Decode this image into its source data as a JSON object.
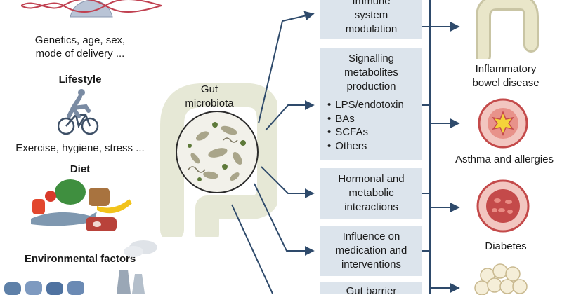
{
  "left_panel": {
    "genetics_line1": "Genetics, age, sex,",
    "genetics_line2": "mode of delivery ...",
    "lifestyle_heading": "Lifestyle",
    "lifestyle_text": "Exercise, hygiene, stress ...",
    "diet_heading": "Diet",
    "environment_heading": "Environmental factors"
  },
  "center": {
    "gut_line1": "Gut",
    "gut_line2": "microbiota"
  },
  "mechanisms": [
    {
      "lines": [
        "Immune",
        "system",
        "modulation"
      ]
    },
    {
      "lines": [
        "Signalling",
        "metabolites",
        "production"
      ],
      "bullets": [
        "LPS/endotoxin",
        "BAs",
        "SCFAs",
        "Others"
      ]
    },
    {
      "lines": [
        "Hormonal and",
        "metabolic",
        "interactions"
      ]
    },
    {
      "lines": [
        "Influence on",
        "medication and",
        "interventions"
      ]
    },
    {
      "lines": [
        "Gut barrier"
      ]
    }
  ],
  "outcomes": [
    {
      "label_line1": "Inflammatory",
      "label_line2": "bowel disease"
    },
    {
      "label_line1": "Asthma and allergies"
    },
    {
      "label_line1": "Diabetes"
    }
  ],
  "colors": {
    "box_fill": "#dce4ec",
    "arrow": "#2e4a6b",
    "intestine": "#e6e8d6",
    "petri_fill": "#f2f1ea",
    "organ_red": "#c44a4a",
    "organ_pink": "#f2c6c0"
  },
  "icons": [
    "dna-person-icon",
    "cyclist-icon",
    "food-basket-icon",
    "factory-icon",
    "pills-icon",
    "intestine-icon",
    "petri-dish-microbes-icon",
    "colon-icon",
    "airway-icon",
    "pancreas-islet-icon",
    "adipose-icon"
  ]
}
